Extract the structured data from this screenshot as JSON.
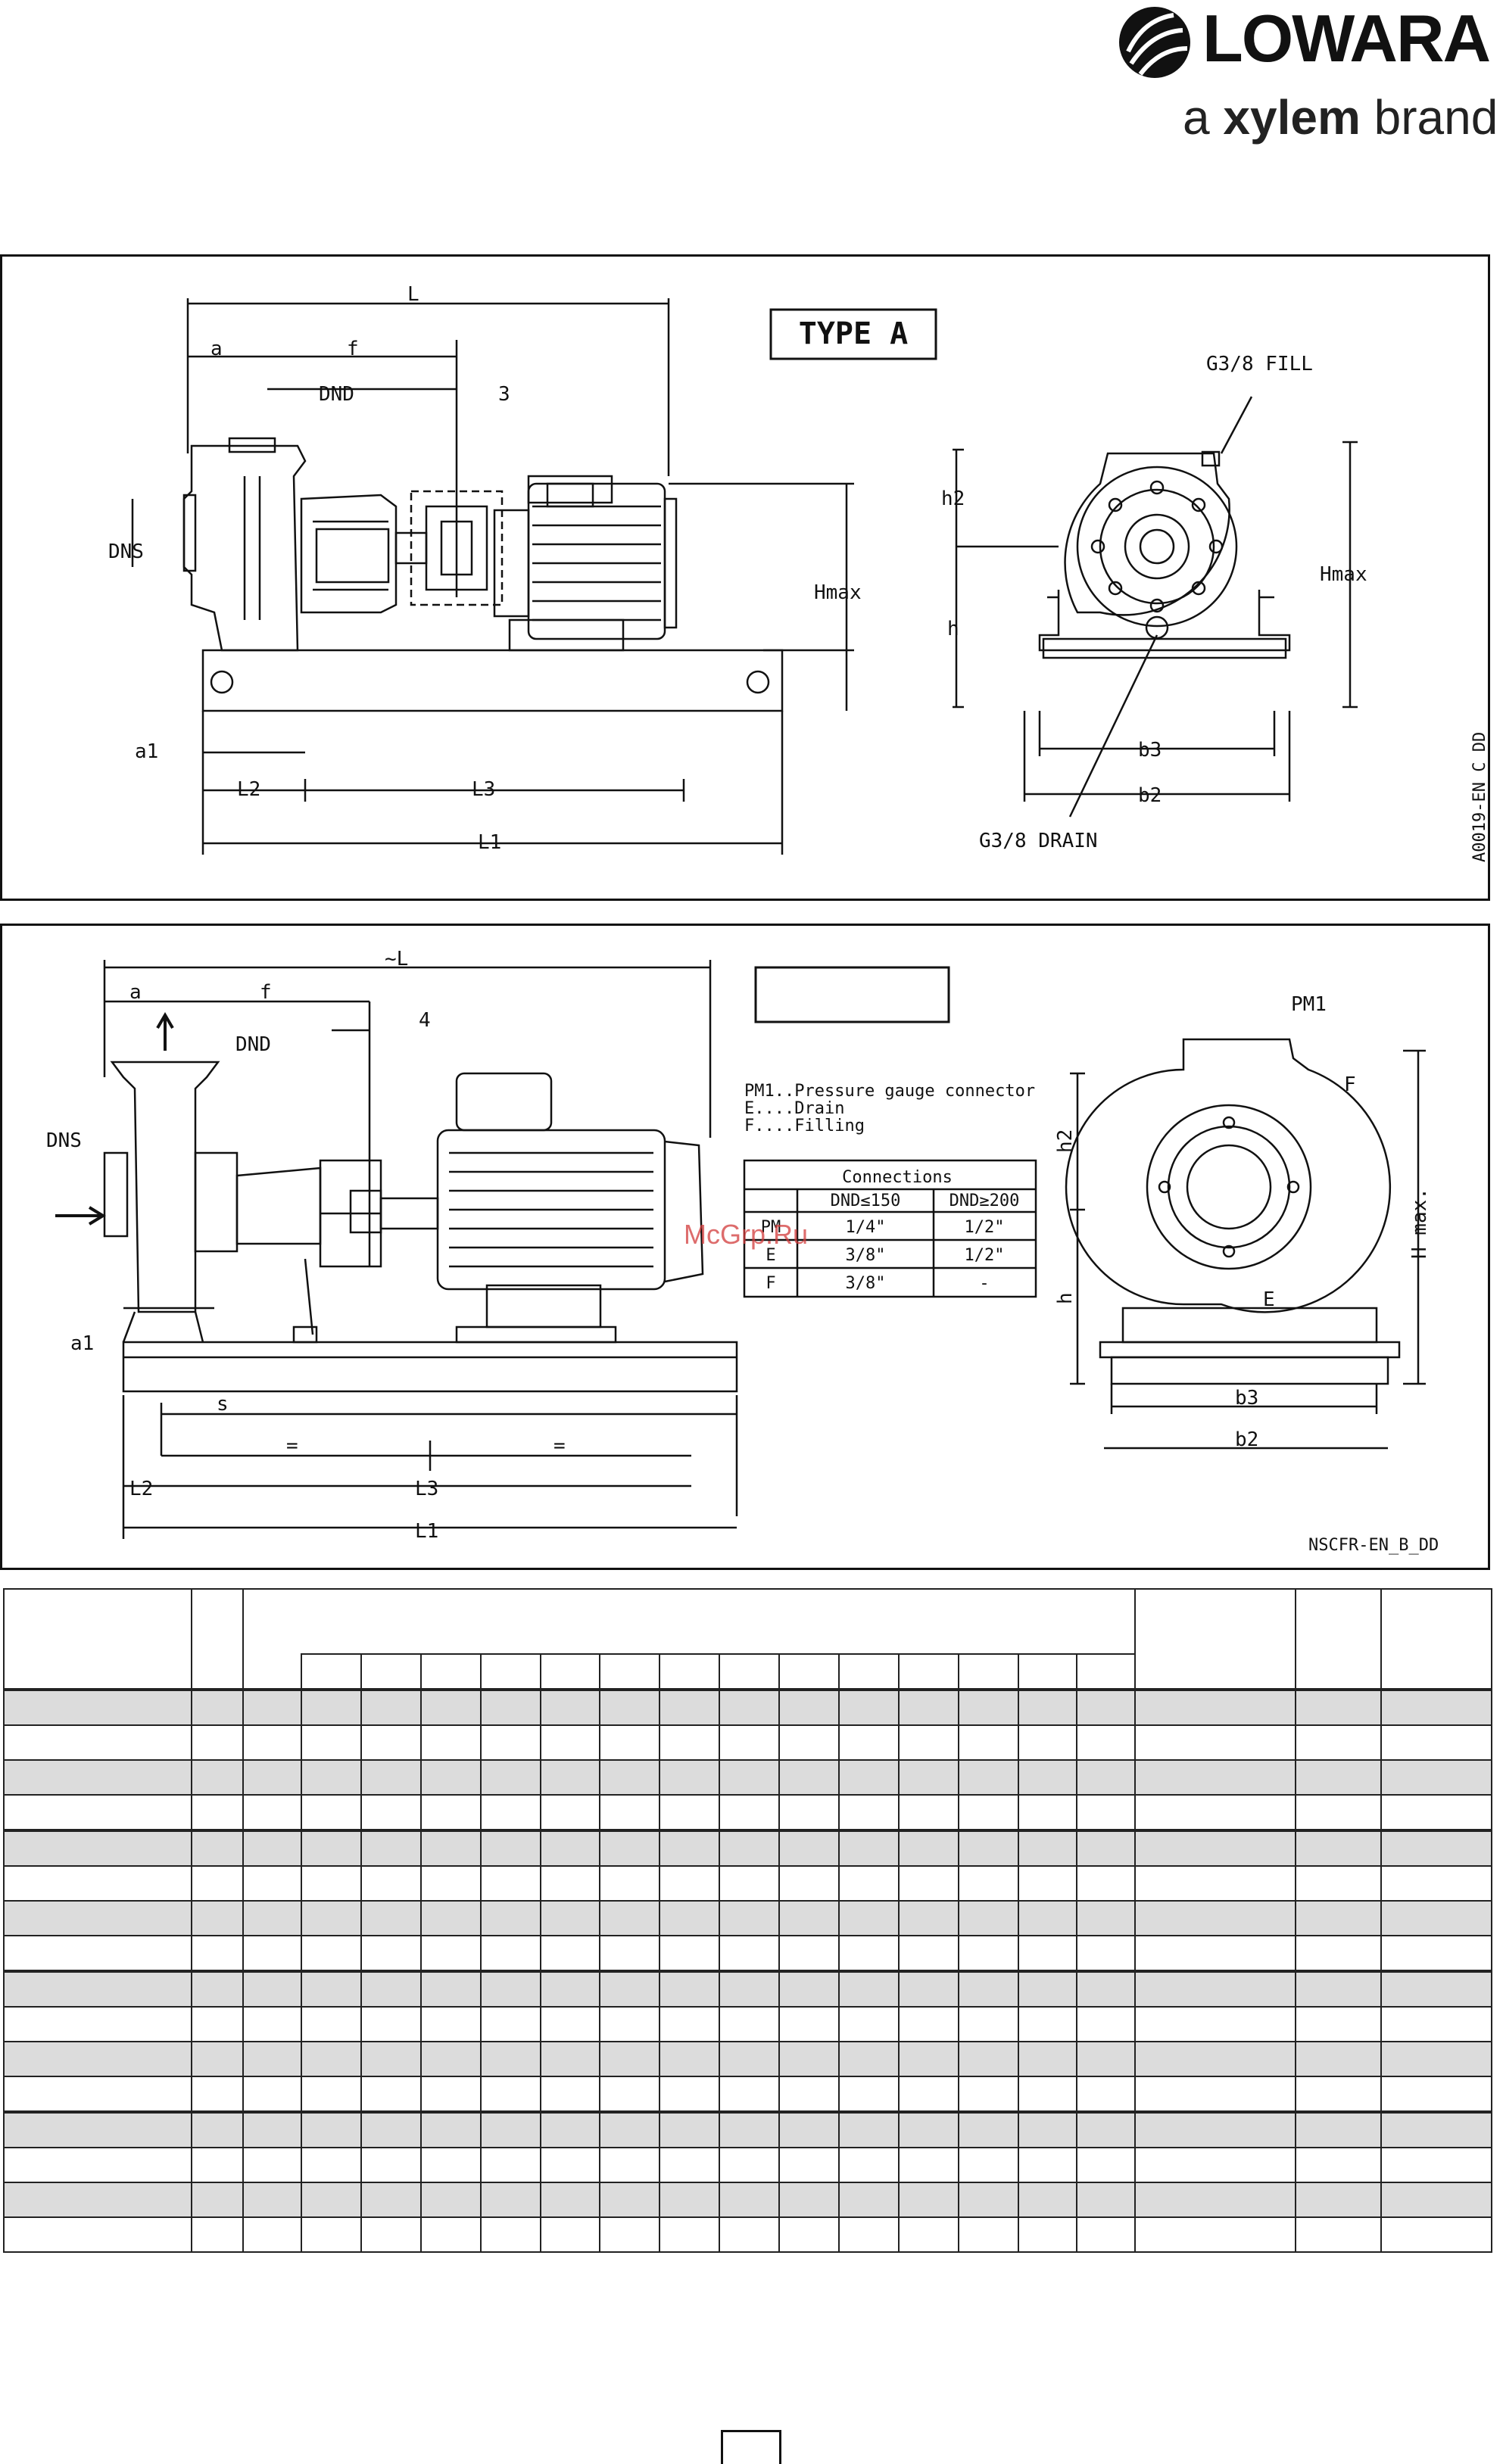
{
  "brand": {
    "name": "LOWARA",
    "tagline_prefix": "a ",
    "tagline_bold": "xylem",
    "tagline_suffix": " brand",
    "color": "#111111"
  },
  "drawing_a": {
    "type_label": "TYPE A",
    "code": "A0019-EN_C_DD",
    "fill_label": "G3/8 FILL",
    "drain_label": "G3/8 DRAIN",
    "dims": {
      "L": "L",
      "a": "a",
      "f": "f",
      "dnd": "DND",
      "three": "3",
      "dns": "DNS",
      "hmax": "Hmax",
      "a1": "a1",
      "l2": "L2",
      "l3": "L3",
      "l1": "L1",
      "h2": "h2",
      "h": "h",
      "b3": "b3",
      "b2": "b2"
    }
  },
  "drawing_b": {
    "code": "NSCFR-EN_B_DD",
    "dims": {
      "L": "~L",
      "a": "a",
      "f": "f",
      "four": "4",
      "dnd": "DND",
      "dns": "DNS",
      "a1": "a1",
      "s": "s",
      "eq1": "=",
      "eq2": "=",
      "l2": "L2",
      "l3": "L3",
      "l1": "L1",
      "pm1": "PM1",
      "F": "F",
      "E": "E",
      "h2": "h2",
      "h": "h",
      "hmax": "H max.",
      "b3": "b3",
      "b2": "b2"
    },
    "legend": [
      "PM1..Pressure gauge connector",
      "E....Drain",
      "F....Filling"
    ],
    "connections": {
      "title": "Connections",
      "col1": "DND≤150",
      "col2": "DND≥200",
      "rows": [
        {
          "k": "PM",
          "v1": "1/4\"",
          "v2": "1/2\""
        },
        {
          "k": "E",
          "v1": "3/8\"",
          "v2": "1/2\""
        },
        {
          "k": "F",
          "v1": "3/8\"",
          "v2": "-"
        }
      ]
    }
  },
  "watermark": "McGrp.Ru"
}
